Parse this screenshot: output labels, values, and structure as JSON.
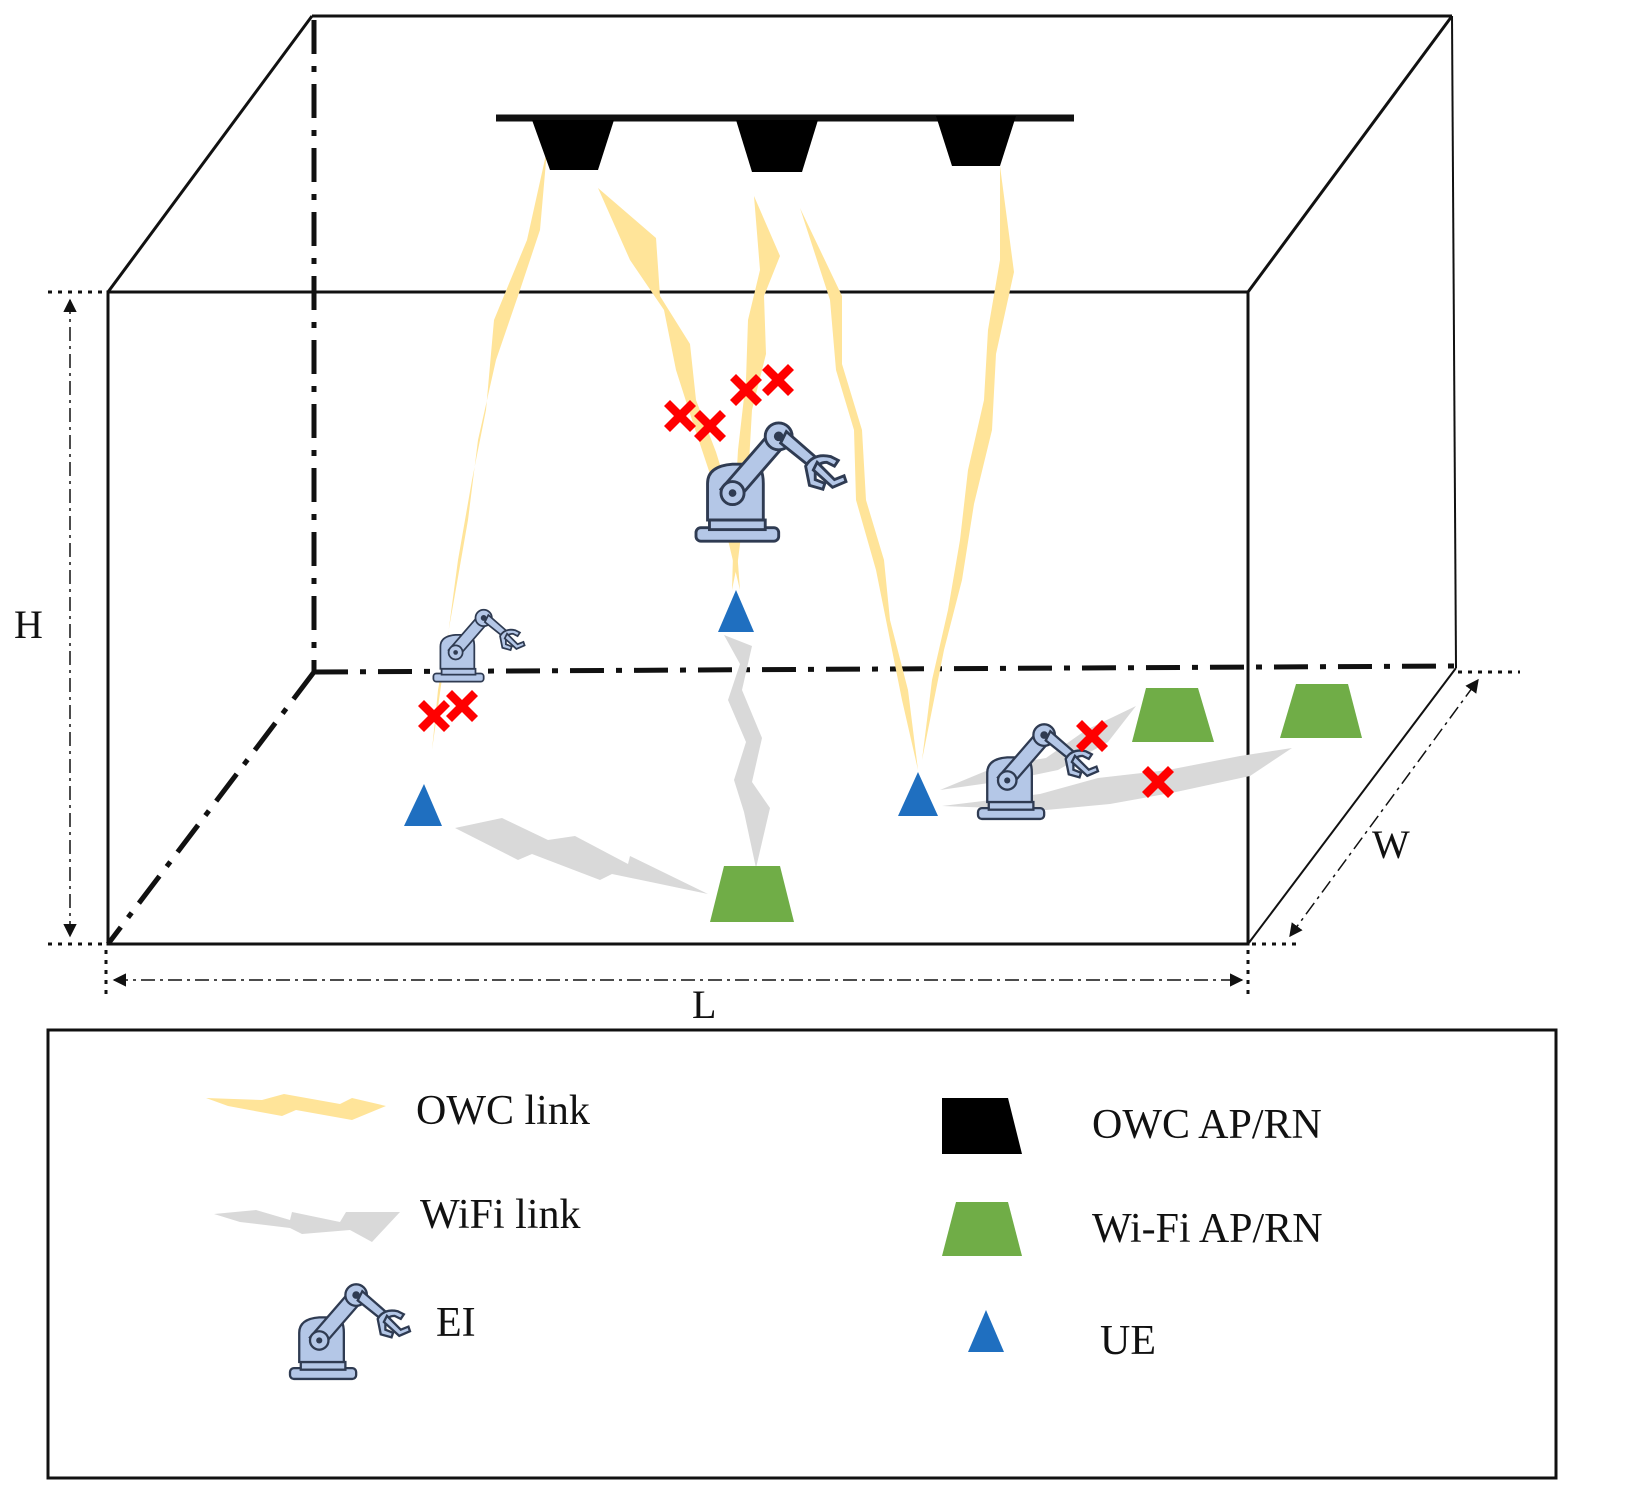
{
  "diagram": {
    "dimensions": {
      "height_label": "H",
      "length_label": "L",
      "width_label": "W"
    },
    "legend": {
      "owc_link": "OWC link",
      "wifi_link": "WiFi link",
      "ei": "EI",
      "owc_ap": "OWC AP/RN",
      "wifi_ap": "Wi-Fi AP/RN",
      "ue": "UE"
    },
    "colors": {
      "owc_link": "#FFE499",
      "wifi_link": "#D9D9D9",
      "owc_ap": "#000000",
      "wifi_ap": "#70AD47",
      "ue": "#1F6FC0",
      "blocked": "#FF0000",
      "robot": "#B4C7E7"
    }
  }
}
